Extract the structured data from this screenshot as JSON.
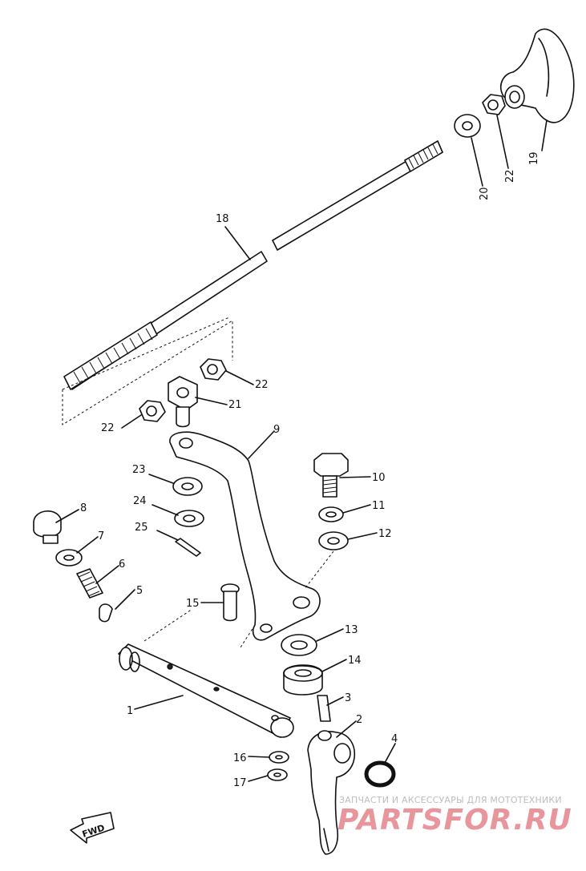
{
  "diagram": {
    "part_labels": [
      "1",
      "2",
      "3",
      "4",
      "5",
      "6",
      "7",
      "8",
      "9",
      "10",
      "11",
      "12",
      "13",
      "14",
      "15",
      "16",
      "17",
      "18",
      "19",
      "20",
      "21",
      "22",
      "22",
      "22",
      "23",
      "24",
      "25"
    ],
    "fwd_marker": "FWD"
  },
  "watermark": {
    "tagline": "ЗАПЧАСТИ И АКСЕССУАРЫ ДЛЯ МОТОТЕХНИКИ",
    "brand": "PARTSFOR.RU"
  }
}
